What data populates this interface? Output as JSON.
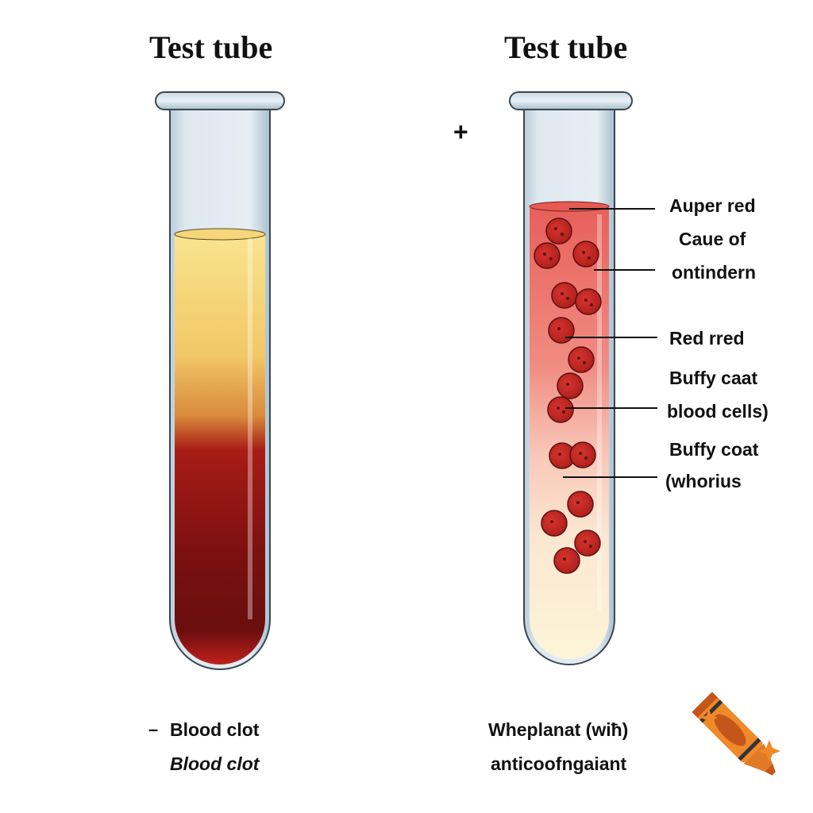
{
  "titles": {
    "left": "Test tube",
    "right": "Test tube"
  },
  "symbols": {
    "plus": "+",
    "minus": "–"
  },
  "left_tube": {
    "labels": [
      "Blood clot",
      "Blood clot"
    ],
    "colors": {
      "serum_top": "#f8e08a",
      "serum_mid": "#f0c060",
      "clot_top": "#a81a14",
      "clot_bottom": "#6e0f0f",
      "bottom_glow": "#c0201c"
    }
  },
  "right_tube": {
    "labels": [
      "Auper red",
      "Caue of",
      "ontindern",
      "Red rred",
      "Buffy caat",
      "blood cells)",
      "Buffy coat",
      "(whorius"
    ],
    "bottom_labels": [
      "Wheplanat (wiħ)",
      "anticoofngaiant"
    ],
    "colors": {
      "top_plasma": "#e8605a",
      "cell_fill": "#c42a26",
      "cell_stroke": "#6a1010",
      "bottom": "#fdf5d8"
    }
  },
  "logo": {
    "icon": "crayon-icon",
    "color": "#f0892a",
    "dark": "#c4561a"
  }
}
